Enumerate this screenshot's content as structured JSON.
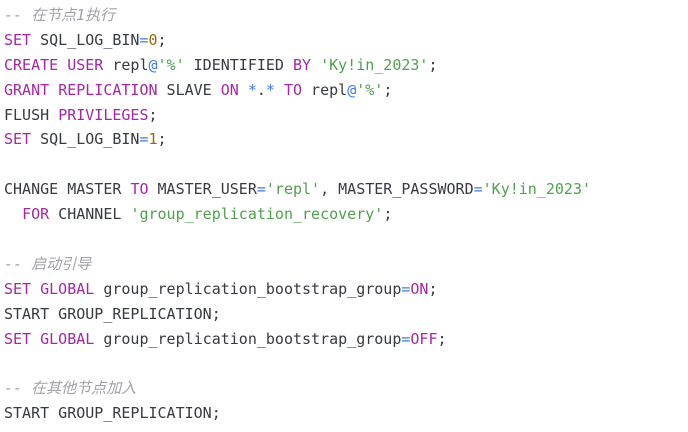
{
  "code": {
    "language": "sql",
    "lines": [
      [
        {
          "t": "comment",
          "v": "-- 在节点1执行"
        }
      ],
      [
        {
          "t": "keyword",
          "v": "SET"
        },
        {
          "t": "plain",
          "v": " SQL_LOG_BIN"
        },
        {
          "t": "operator",
          "v": "="
        },
        {
          "t": "number",
          "v": "0"
        },
        {
          "t": "plain",
          "v": ";"
        }
      ],
      [
        {
          "t": "keyword",
          "v": "CREATE"
        },
        {
          "t": "plain",
          "v": " "
        },
        {
          "t": "keyword",
          "v": "USER"
        },
        {
          "t": "plain",
          "v": " repl"
        },
        {
          "t": "operator",
          "v": "@"
        },
        {
          "t": "string",
          "v": "'%'"
        },
        {
          "t": "plain",
          "v": " IDENTIFIED "
        },
        {
          "t": "keyword",
          "v": "BY"
        },
        {
          "t": "plain",
          "v": " "
        },
        {
          "t": "string",
          "v": "'Ky!in_2023'"
        },
        {
          "t": "plain",
          "v": ";"
        }
      ],
      [
        {
          "t": "keyword",
          "v": "GRANT"
        },
        {
          "t": "plain",
          "v": " "
        },
        {
          "t": "keyword",
          "v": "REPLICATION"
        },
        {
          "t": "plain",
          "v": " SLAVE "
        },
        {
          "t": "keyword",
          "v": "ON"
        },
        {
          "t": "plain",
          "v": " "
        },
        {
          "t": "operator",
          "v": "*"
        },
        {
          "t": "plain",
          "v": "."
        },
        {
          "t": "operator",
          "v": "*"
        },
        {
          "t": "plain",
          "v": " "
        },
        {
          "t": "keyword",
          "v": "TO"
        },
        {
          "t": "plain",
          "v": " repl"
        },
        {
          "t": "operator",
          "v": "@"
        },
        {
          "t": "string",
          "v": "'%'"
        },
        {
          "t": "plain",
          "v": ";"
        }
      ],
      [
        {
          "t": "plain",
          "v": "FLUSH "
        },
        {
          "t": "keyword",
          "v": "PRIVILEGES"
        },
        {
          "t": "plain",
          "v": ";"
        }
      ],
      [
        {
          "t": "keyword",
          "v": "SET"
        },
        {
          "t": "plain",
          "v": " SQL_LOG_BIN"
        },
        {
          "t": "operator",
          "v": "="
        },
        {
          "t": "number",
          "v": "1"
        },
        {
          "t": "plain",
          "v": ";"
        }
      ],
      [],
      [
        {
          "t": "plain",
          "v": "CHANGE MASTER "
        },
        {
          "t": "keyword",
          "v": "TO"
        },
        {
          "t": "plain",
          "v": " MASTER_USER"
        },
        {
          "t": "operator",
          "v": "="
        },
        {
          "t": "string",
          "v": "'repl'"
        },
        {
          "t": "plain",
          "v": ", MASTER_PASSWORD"
        },
        {
          "t": "operator",
          "v": "="
        },
        {
          "t": "string",
          "v": "'Ky!in_2023'"
        }
      ],
      [
        {
          "t": "plain",
          "v": "  "
        },
        {
          "t": "keyword",
          "v": "FOR"
        },
        {
          "t": "plain",
          "v": " CHANNEL "
        },
        {
          "t": "string",
          "v": "'group_replication_recovery'"
        },
        {
          "t": "plain",
          "v": ";"
        }
      ],
      [],
      [
        {
          "t": "comment",
          "v": "-- 启动引导"
        }
      ],
      [
        {
          "t": "keyword",
          "v": "SET"
        },
        {
          "t": "plain",
          "v": " "
        },
        {
          "t": "keyword",
          "v": "GLOBAL"
        },
        {
          "t": "plain",
          "v": " group_replication_bootstrap_group"
        },
        {
          "t": "operator",
          "v": "="
        },
        {
          "t": "literal",
          "v": "ON"
        },
        {
          "t": "plain",
          "v": ";"
        }
      ],
      [
        {
          "t": "plain",
          "v": "START GROUP_REPLICATION;"
        }
      ],
      [
        {
          "t": "keyword",
          "v": "SET"
        },
        {
          "t": "plain",
          "v": " "
        },
        {
          "t": "keyword",
          "v": "GLOBAL"
        },
        {
          "t": "plain",
          "v": " group_replication_bootstrap_group"
        },
        {
          "t": "operator",
          "v": "="
        },
        {
          "t": "literal",
          "v": "OFF"
        },
        {
          "t": "plain",
          "v": ";"
        }
      ],
      [],
      [
        {
          "t": "comment",
          "v": "-- 在其他节点加入"
        }
      ],
      [
        {
          "t": "plain",
          "v": "START GROUP_REPLICATION;"
        }
      ]
    ],
    "colors": {
      "background": "#ffffff",
      "comment": "#a0a1a7",
      "keyword": "#a626a4",
      "plain": "#383a42",
      "string": "#50a14f",
      "number": "#986801",
      "operator": "#4078f2"
    }
  }
}
